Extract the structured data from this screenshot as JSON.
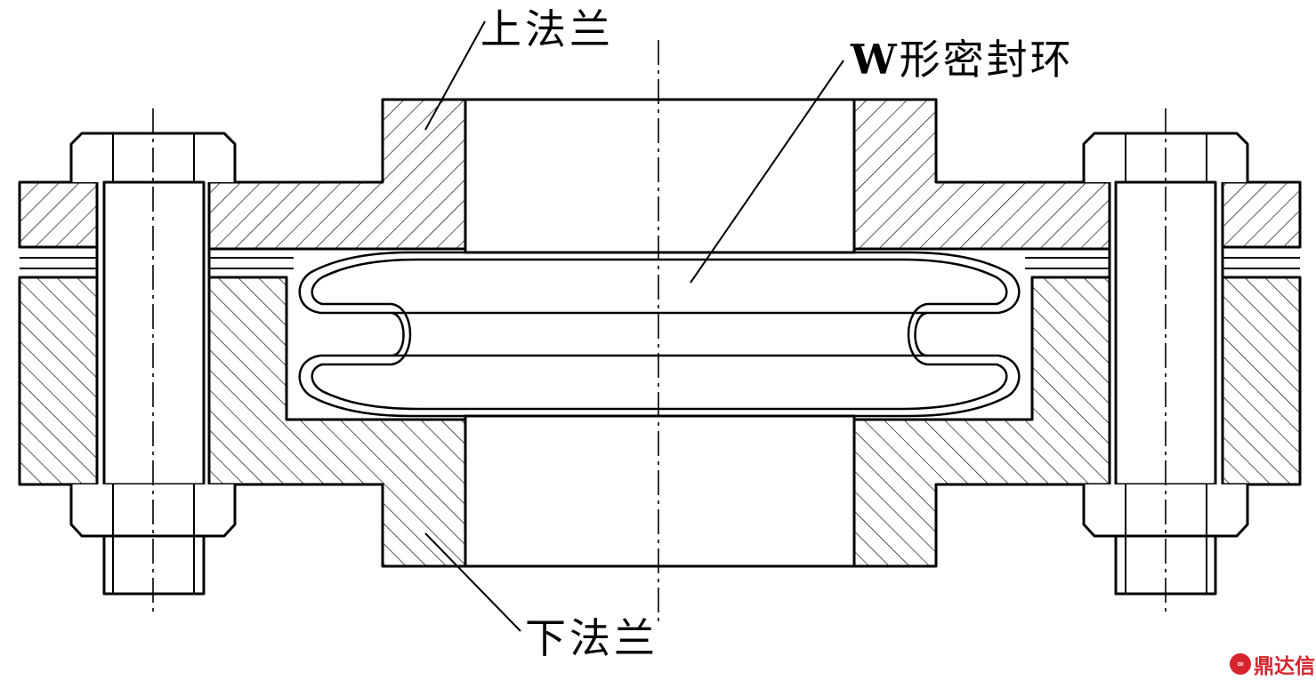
{
  "labels": {
    "upper_flange": "上法兰",
    "lower_flange": "下法兰",
    "seal_ring_prefix": "W",
    "seal_ring_suffix": "形密封环"
  },
  "watermark": {
    "text": "鼎达信"
  },
  "colors": {
    "line": "#000000",
    "watermark": "#d6232d"
  }
}
